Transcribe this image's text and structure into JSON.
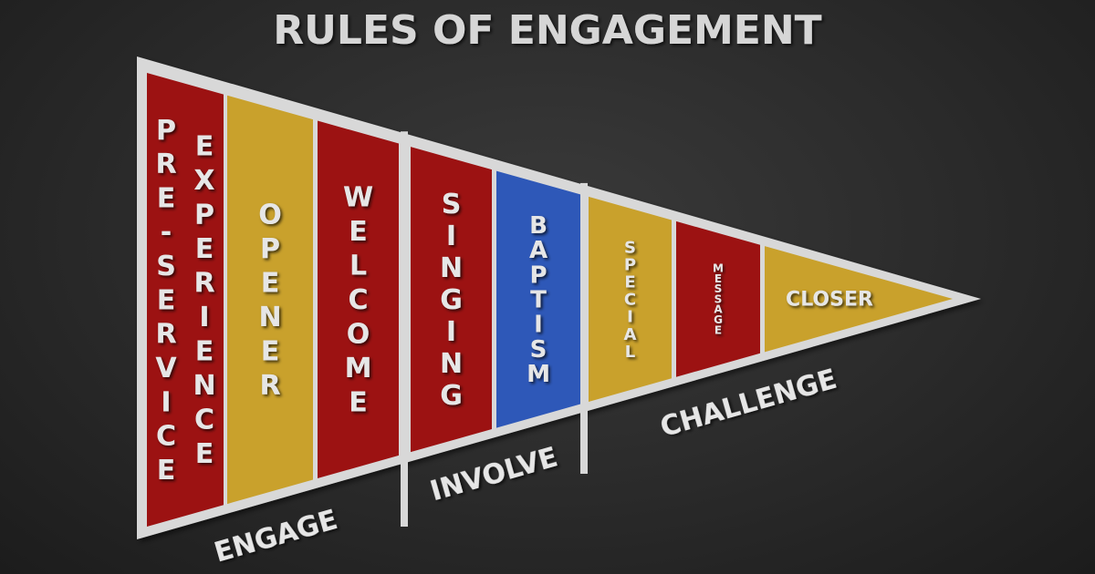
{
  "title": "RULES OF ENGAGEMENT",
  "colors": {
    "red": "#9c1212",
    "gold": "#c9a12c",
    "blue": "#2e58b8",
    "frame": "#d8d8d8",
    "text": "#e6e6e6",
    "background": "#2b2b2b"
  },
  "segments": [
    {
      "id": "pre-service-experience",
      "lines": [
        "PRE-SERVICE",
        "EXPERIENCE"
      ],
      "color": "red"
    },
    {
      "id": "opener",
      "lines": [
        "OPENER"
      ],
      "color": "gold"
    },
    {
      "id": "welcome",
      "lines": [
        "WELCOME"
      ],
      "color": "red"
    },
    {
      "id": "singing",
      "lines": [
        "SINGING"
      ],
      "color": "red"
    },
    {
      "id": "baptism",
      "lines": [
        "BAPTISM"
      ],
      "color": "blue"
    },
    {
      "id": "special",
      "lines": [
        "SPECIAL"
      ],
      "color": "gold"
    },
    {
      "id": "message",
      "lines": [
        "MESSAGE"
      ],
      "color": "red"
    },
    {
      "id": "closer",
      "lines": [
        "CLOSER"
      ],
      "color": "gold",
      "horizontal": true
    }
  ],
  "groups": [
    {
      "id": "engage",
      "label": "ENGAGE"
    },
    {
      "id": "involve",
      "label": "INVOLVE"
    },
    {
      "id": "challenge",
      "label": "CHALLENGE"
    }
  ]
}
